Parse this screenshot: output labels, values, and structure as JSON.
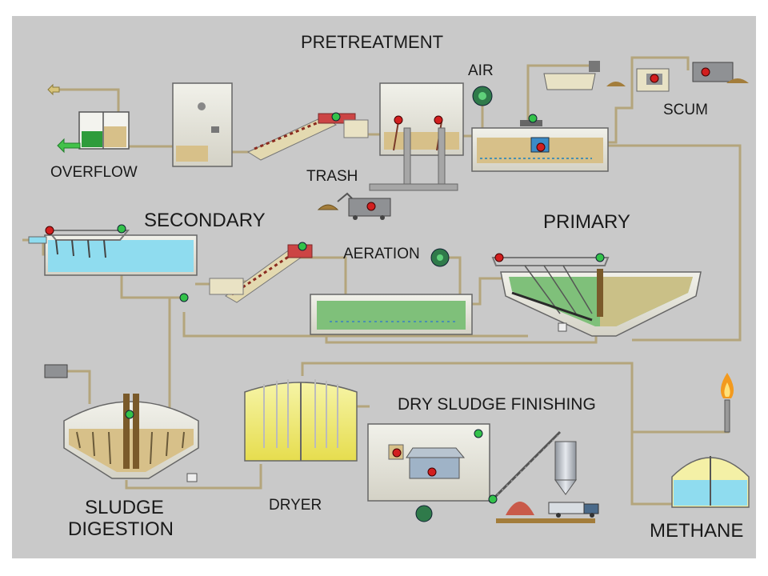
{
  "labels": {
    "pretreatment": "PRETREATMENT",
    "air": "AIR",
    "scum": "SCUM",
    "overflow": "OVERFLOW",
    "trash": "TRASH",
    "secondary": "SECONDARY",
    "primary": "PRIMARY",
    "aeration": "AERATION",
    "dry_sludge_finishing": "DRY SLUDGE FINISHING",
    "sludge": "SLUDGE",
    "digestion": "DIGESTION",
    "dryer": "DRYER",
    "methane": "METHANE"
  },
  "colors": {
    "background": "#c9c9c9",
    "pipe": "#b4a57c",
    "water_green": "#7fc07a",
    "water_blue": "#8fdcef",
    "sludge_tan": "#d7c089",
    "dryer_yellow": "#f2ee8a",
    "valve_red": "#d21f1f",
    "valve_green": "#33c24a",
    "flame": "#f39a1e"
  },
  "icons": [
    "flow-arrow-icon",
    "pump-icon",
    "valve-icon",
    "blower-icon",
    "flame-icon",
    "truck-icon",
    "silo-icon",
    "conveyor-icon"
  ]
}
